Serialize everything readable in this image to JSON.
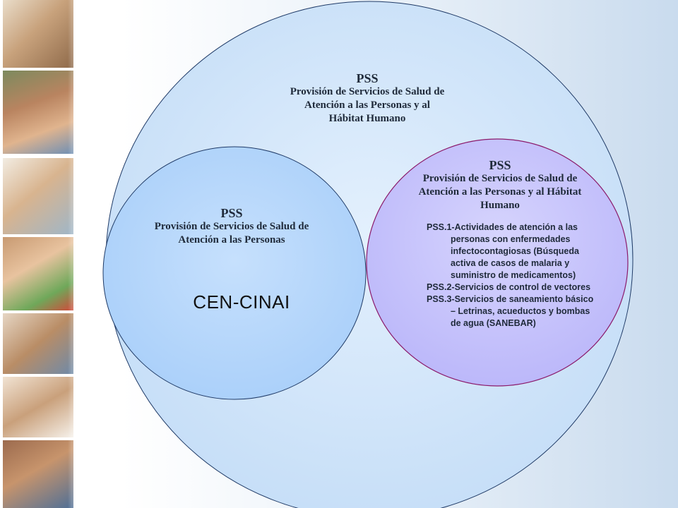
{
  "outer": {
    "title": "PSS",
    "description_lines": [
      "Provisión de Servicios de Salud de",
      "Atención a las Personas y al",
      "Hábitat Humano"
    ]
  },
  "left": {
    "title": "PSS",
    "description_lines": [
      "Provisión de Servicios de Salud de",
      "Atención a las Personas"
    ],
    "program": "CEN-CINAI"
  },
  "right": {
    "title": "PSS",
    "description_lines": [
      "Provisión de Servicios de Salud de",
      "Atención a las Personas y al Hábitat",
      "Humano"
    ],
    "items": [
      "PSS.1-Actividades de atención a las personas con enfermedades infectocontagiosas (Búsqueda activa de casos de malaria y suministro de medicamentos)",
      "PSS.2-Servicios de control de vectores",
      "PSS.3-Servicios de saneamiento básico – Letrinas, acueductos y bombas de agua (SANEBAR)"
    ]
  },
  "colors": {
    "outer_circle": "#cde4fa",
    "left_circle": "#b7d7fb",
    "right_circle": "#c7c4fb",
    "right_border": "#8b1a6b"
  }
}
